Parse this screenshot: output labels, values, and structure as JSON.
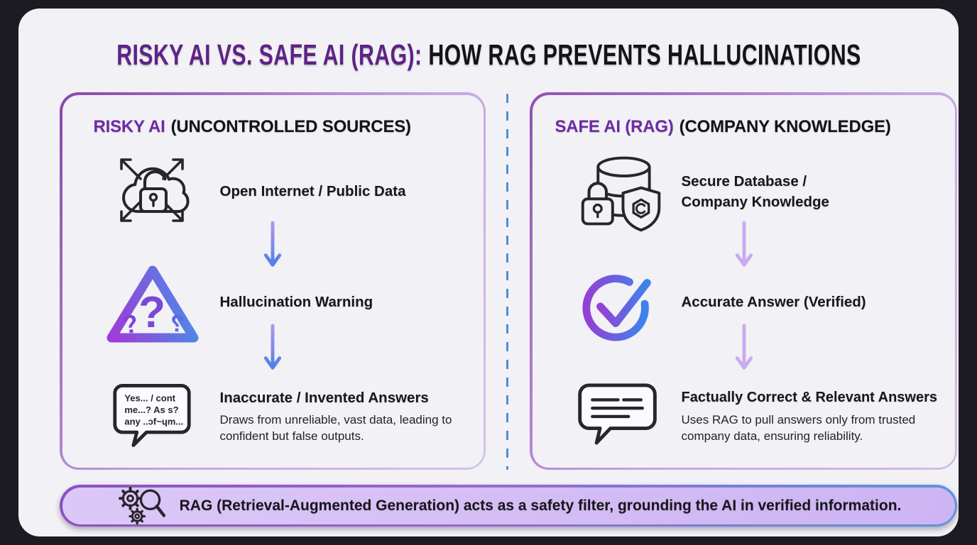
{
  "title": {
    "highlight": "RISKY AI VS. SAFE AI (RAG):",
    "rest": "HOW RAG PREVENTS HALLUCINATIONS"
  },
  "left_panel": {
    "heading_highlight": "RISKY AI",
    "heading_rest": "(UNCONTROLLED SOURCES)",
    "rows": [
      {
        "label": "Open Internet / Public Data",
        "icon": "cloud-unlocked-spread-arrows-icon"
      },
      {
        "label": "Hallucination Warning",
        "icon": "warning-triangle-questions-icon"
      },
      {
        "label": "Inaccurate / Invented Answers",
        "description": "Draws from unreliable, vast data, leading to confident but false outputs.",
        "icon": "garbled-speech-bubble-icon"
      }
    ],
    "bubble_lines": [
      "Yes... / cont",
      "me...? As s?",
      "any ..ɔf~ɥm..."
    ],
    "warning_glyphs": [
      "?",
      "?",
      "?"
    ]
  },
  "right_panel": {
    "heading_highlight": "SAFE AI (RAG)",
    "heading_rest": "(COMPANY KNOWLEDGE)",
    "rows": [
      {
        "label": "Secure Database / Company Knowledge",
        "icon": "secure-database-lock-shield-icon"
      },
      {
        "label": "Accurate Answer (Verified)",
        "icon": "verified-check-circle-icon"
      },
      {
        "label": "Factually Correct & Relevant Answers",
        "description": "Uses RAG to pull answers only from trusted company data, ensuring reliability.",
        "icon": "chat-answer-bubble-icon"
      }
    ]
  },
  "footer": {
    "text": "RAG (Retrieval-Augmented Generation) acts as a safety filter, grounding the AI in verified information.",
    "icon": "gears-magnifier-icon"
  },
  "colors": {
    "background": "#1c1b21",
    "card": "#f2f1f5",
    "title_purple": "#5e2386",
    "heading_purple": "#6d2ba5",
    "text_black": "#141418",
    "panel_border_purple": "#9a5fc0",
    "divider_blue": "#4b8fd8",
    "arrow_gradient_top": "#b493ec",
    "arrow_gradient_bottom": "#4f80e8",
    "right_arrow_purple": "#c9abf0",
    "banner_fill": "#d4bdf3",
    "icon_stroke": "#26262c"
  }
}
